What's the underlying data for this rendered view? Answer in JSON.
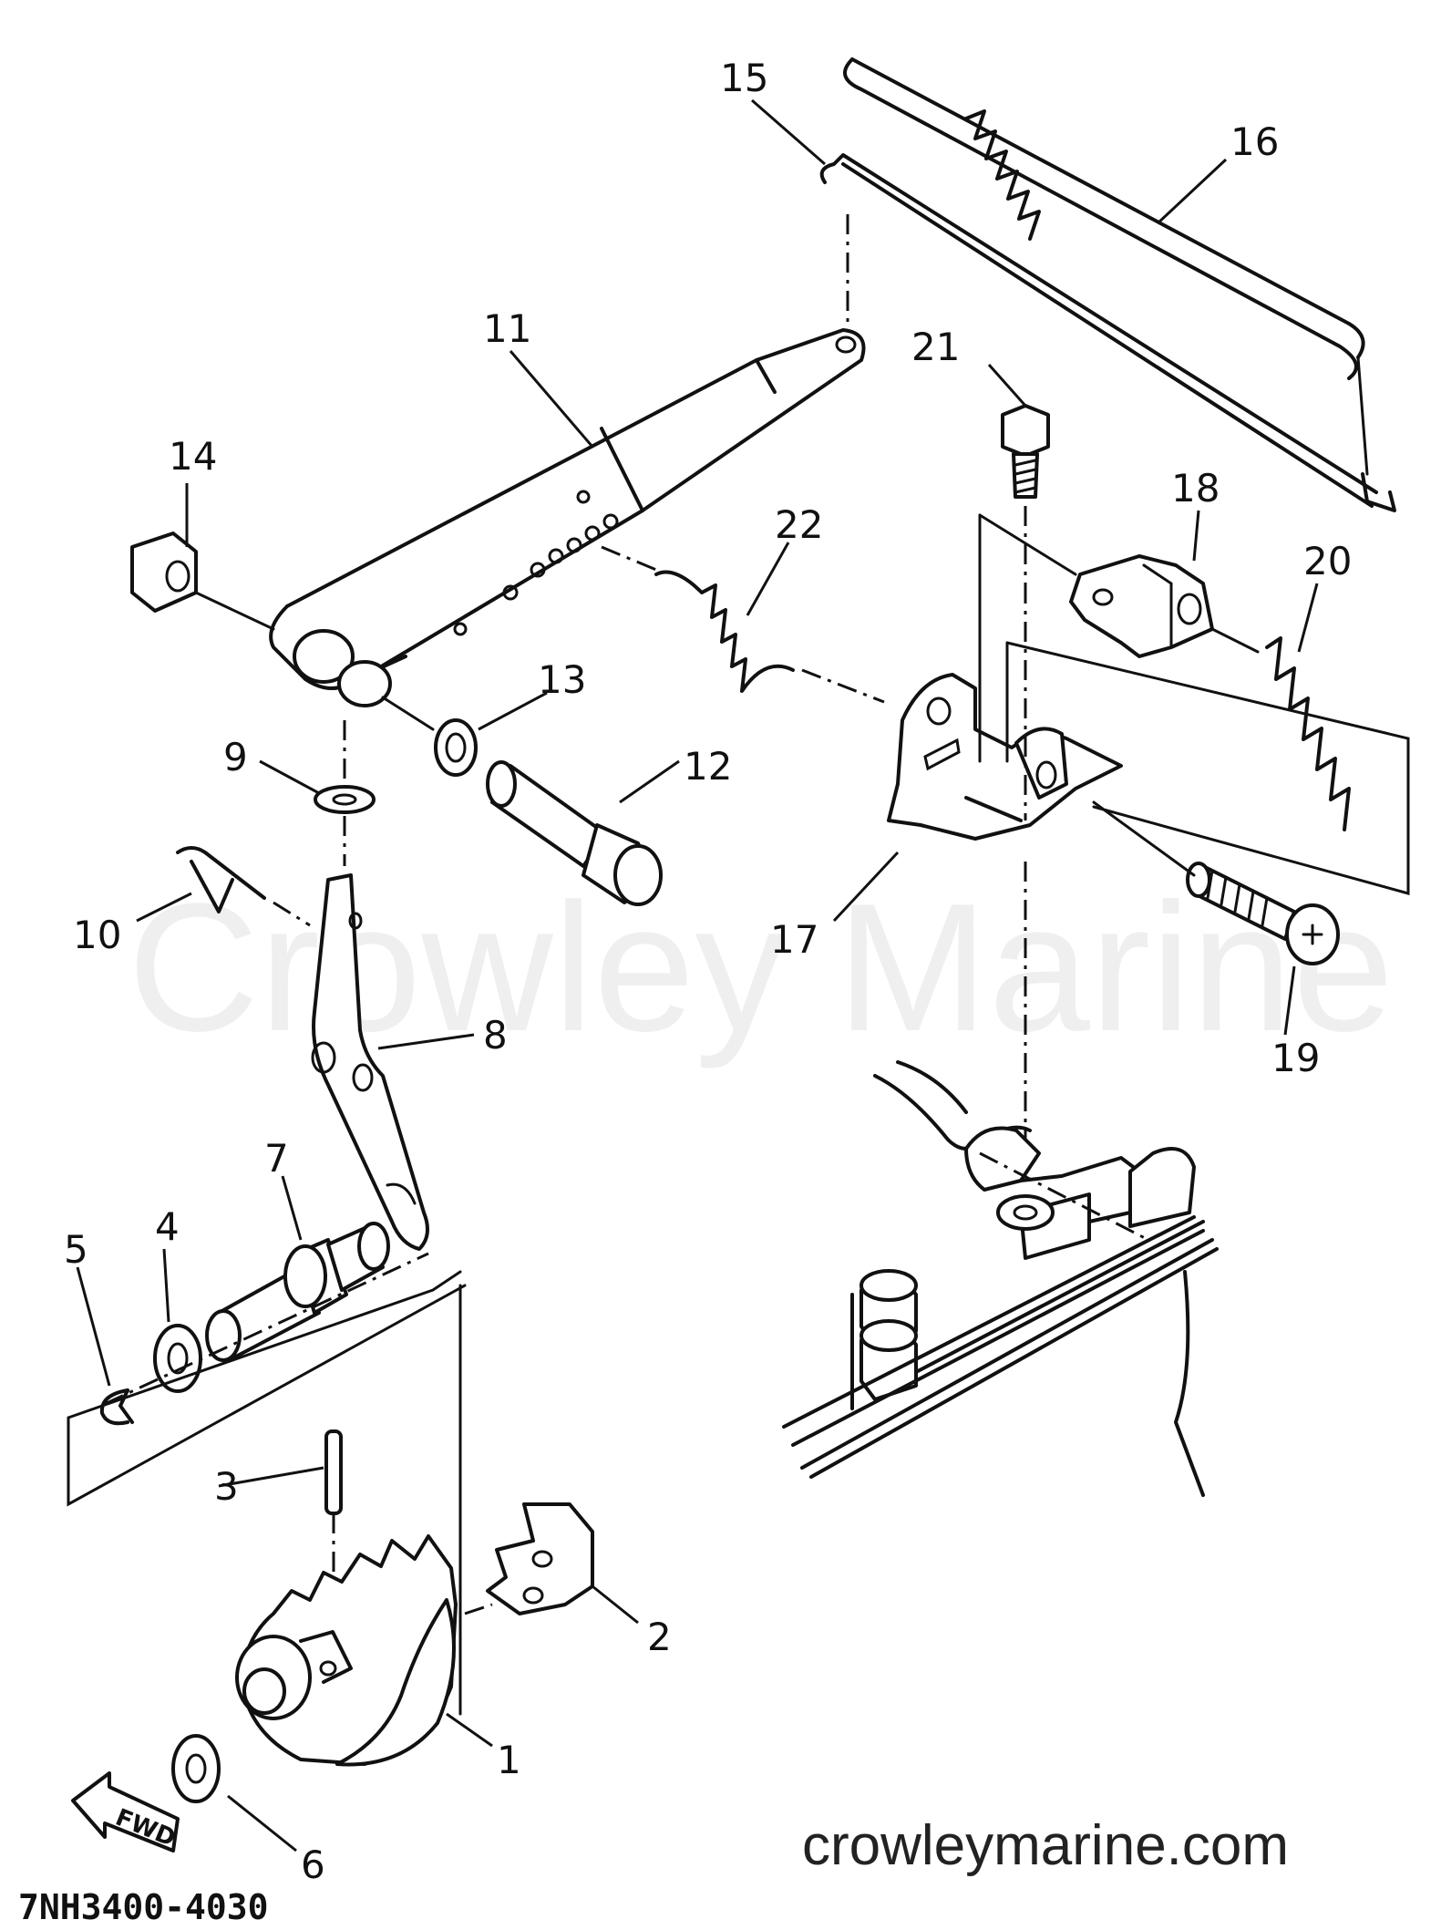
{
  "diagram": {
    "watermark": "Crowley Marine",
    "website": "crowleymarine.com",
    "part_code": "7NH3400-4030",
    "fwd_label": "FWD",
    "callouts": [
      {
        "id": "1",
        "label": "1"
      },
      {
        "id": "2",
        "label": "2"
      },
      {
        "id": "3",
        "label": "3"
      },
      {
        "id": "4",
        "label": "4"
      },
      {
        "id": "5",
        "label": "5"
      },
      {
        "id": "6",
        "label": "6"
      },
      {
        "id": "7",
        "label": "7"
      },
      {
        "id": "8",
        "label": "8"
      },
      {
        "id": "9",
        "label": "9"
      },
      {
        "id": "10",
        "label": "10"
      },
      {
        "id": "11",
        "label": "11"
      },
      {
        "id": "12",
        "label": "12"
      },
      {
        "id": "13",
        "label": "13"
      },
      {
        "id": "14",
        "label": "14"
      },
      {
        "id": "15",
        "label": "15"
      },
      {
        "id": "16",
        "label": "16"
      },
      {
        "id": "17",
        "label": "17"
      },
      {
        "id": "18",
        "label": "18"
      },
      {
        "id": "19",
        "label": "19"
      },
      {
        "id": "20",
        "label": "20"
      },
      {
        "id": "21",
        "label": "21"
      },
      {
        "id": "22",
        "label": "22"
      }
    ]
  }
}
